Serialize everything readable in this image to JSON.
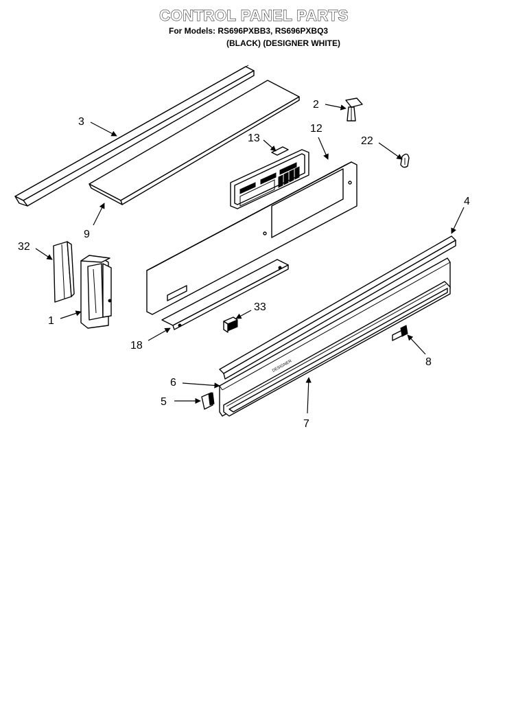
{
  "header": {
    "title": "CONTROL PANEL PARTS",
    "models_line": "For Models: RS696PXBB3, RS696PXBQ3",
    "variants_line": "(BLACK) (DESIGNER WHITE)"
  },
  "trim_text": "DESIGNER",
  "callouts": [
    {
      "id": "c2",
      "label": "2"
    },
    {
      "id": "c3",
      "label": "3"
    },
    {
      "id": "c13",
      "label": "13"
    },
    {
      "id": "c12",
      "label": "12"
    },
    {
      "id": "c22",
      "label": "22"
    },
    {
      "id": "c4",
      "label": "4"
    },
    {
      "id": "c9",
      "label": "9"
    },
    {
      "id": "c32",
      "label": "32"
    },
    {
      "id": "c1",
      "label": "1"
    },
    {
      "id": "c33",
      "label": "33"
    },
    {
      "id": "c18",
      "label": "18"
    },
    {
      "id": "c8",
      "label": "8"
    },
    {
      "id": "c6",
      "label": "6"
    },
    {
      "id": "c5",
      "label": "5"
    },
    {
      "id": "c7",
      "label": "7"
    }
  ]
}
